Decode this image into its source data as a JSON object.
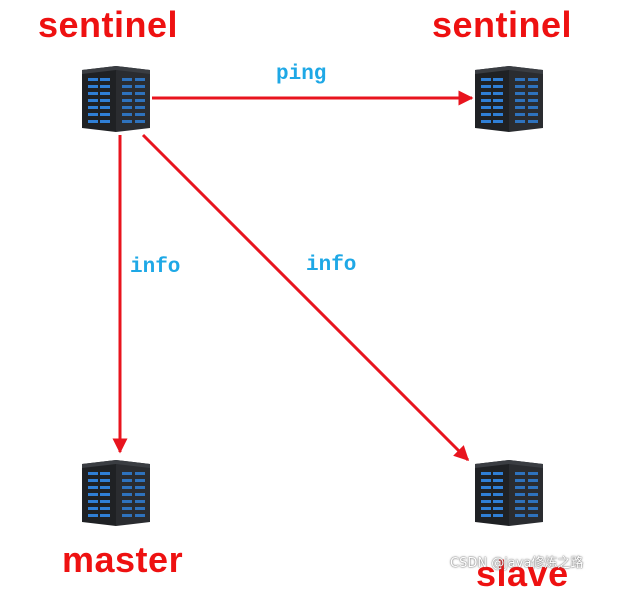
{
  "nodes": {
    "sentinel_a": "sentinel",
    "sentinel_b": "sentinel",
    "master": "master",
    "slave": "slave"
  },
  "edges": {
    "ping": "ping",
    "info_master": "info",
    "info_slave": "info"
  },
  "watermark": "CSDN @java修炼之路",
  "colors": {
    "node_label": "#ee1111",
    "edge_label": "#1ea8e6",
    "arrow": "#e8141e",
    "server_body": "#1f2124",
    "server_led": "#2f7fd6"
  },
  "icons": {
    "server": "server-rack-icon"
  }
}
